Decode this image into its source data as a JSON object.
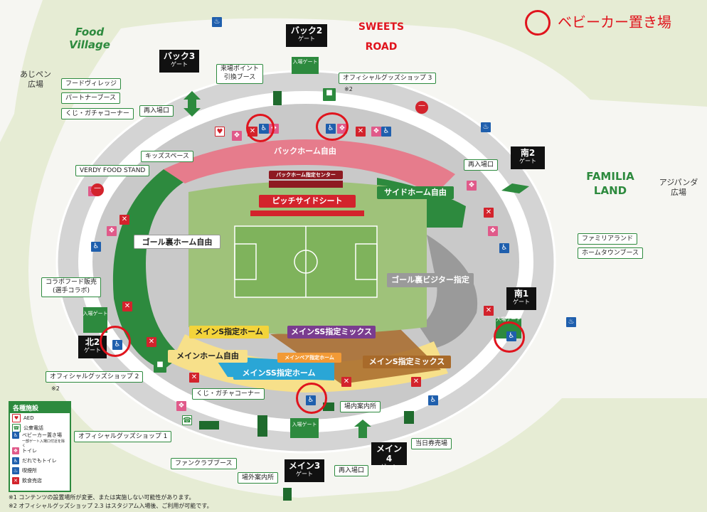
{
  "legend_top": {
    "label": "ベビーカー置き場"
  },
  "gates": {
    "back2": {
      "name": "バック2",
      "sub": "ゲート"
    },
    "back3": {
      "name": "バック3",
      "sub": "ゲート"
    },
    "south2": {
      "name": "南2",
      "sub": "ゲート"
    },
    "south1": {
      "name": "南1",
      "sub": "ゲート"
    },
    "north2": {
      "name": "北2",
      "sub": "ゲート"
    },
    "main3": {
      "name": "メイン3",
      "sub": "ゲート"
    },
    "main4": {
      "name": "メイン4",
      "sub": "ゲート"
    },
    "entry_label": "入場ゲート"
  },
  "areas": {
    "ajipen": "あじペン\n広場",
    "ajipanda": "アジパンダ\n広場",
    "food_village_logo": "Food Village",
    "familia_logo": "FAMILIA LAND",
    "sweets_road": "SWEETS ROAD"
  },
  "facilities": {
    "food_village": "フードヴィレッジ",
    "partner_booth": "パートナーブース",
    "kuji_top": "くじ・ガチャコーナー",
    "reentry_nw": "再入場口",
    "kids_space": "キッズスペース",
    "verdy_food": "VERDY FOOD STAND",
    "points": "来場ポイント\n引換ブース",
    "goods3": "オフィシャルグッズショップ 3",
    "reentry_ne": "再入場口",
    "familia": "ファミリアランド",
    "hometown": "ホームタウンブース",
    "collab": "コラボフード販売\n(選手コラボ)",
    "goods2": "オフィシャルグッズショップ 2",
    "kuji_bottom": "くじ・ガチャコーナー",
    "info_inside": "場内案内所",
    "goods1": "オフィシャルグッズショップ 1",
    "fanclub": "ファンクラブブース",
    "info_outside": "場外案内所",
    "reentry_s": "再入場口",
    "same_day": "当日券売場",
    "mark2_a": "※2",
    "mark2_b": "※2"
  },
  "seating": {
    "back_free": "バックホーム自由",
    "back_center": "バックホーム指定センター",
    "pitchside": "ピッチサイドシート",
    "side_home": "サイドホーム自由",
    "goal_home": "ゴール裏ホーム自由",
    "goal_visitor": "ゴール裏ビジター指定",
    "main_s_home": "メインS指定ホーム",
    "main_ss_mix": "メインSS指定ミックス",
    "main_pair": "メインペア指定ホーム",
    "main_home_free": "メインホーム自由",
    "main_s_mix": "メインS指定ミックス",
    "main_ss_home": "メインSS指定ホーム"
  },
  "legend": {
    "title": "各種施設",
    "items": [
      "AED",
      "公衆電話",
      "ベビーカー置き場",
      "トイレ",
      "だれでもトイレ",
      "喫煙所",
      "飲食売店"
    ],
    "stroller_note": "一部ゲート入場口付近を除く"
  },
  "notes": {
    "n1": "※1 コンテンツの設置場所が変更、または実施しない可能性があります。",
    "n2": "※2 オフィシャルグッズショップ 2.3 はスタジアム入場後、ご利用が可能です。"
  },
  "colors": {
    "background": "#e6ecd4",
    "concourse": "#cfcfcf",
    "green": "#2d8a3e",
    "stroller_ring": "#e0141d",
    "back_free": "#e67c8c",
    "pitchside": "#d3232c",
    "main_s_home": "#f3d43b",
    "main_ss_mix": "#7a3c8f",
    "main_pair": "#f29a36",
    "main_home_free": "#f7e08a",
    "main_s_mix": "#a86a2a",
    "main_ss_home": "#2aa6d6",
    "goal_visitor": "#9a9a9a"
  },
  "icons": [
    "stroller-icon",
    "toilet-icon",
    "accessible-toilet-icon",
    "food-stand-icon",
    "smoking-icon",
    "aed-icon",
    "phone-icon",
    "no-entry-icon",
    "goods-shop-icon",
    "gate-arrow-icon"
  ]
}
